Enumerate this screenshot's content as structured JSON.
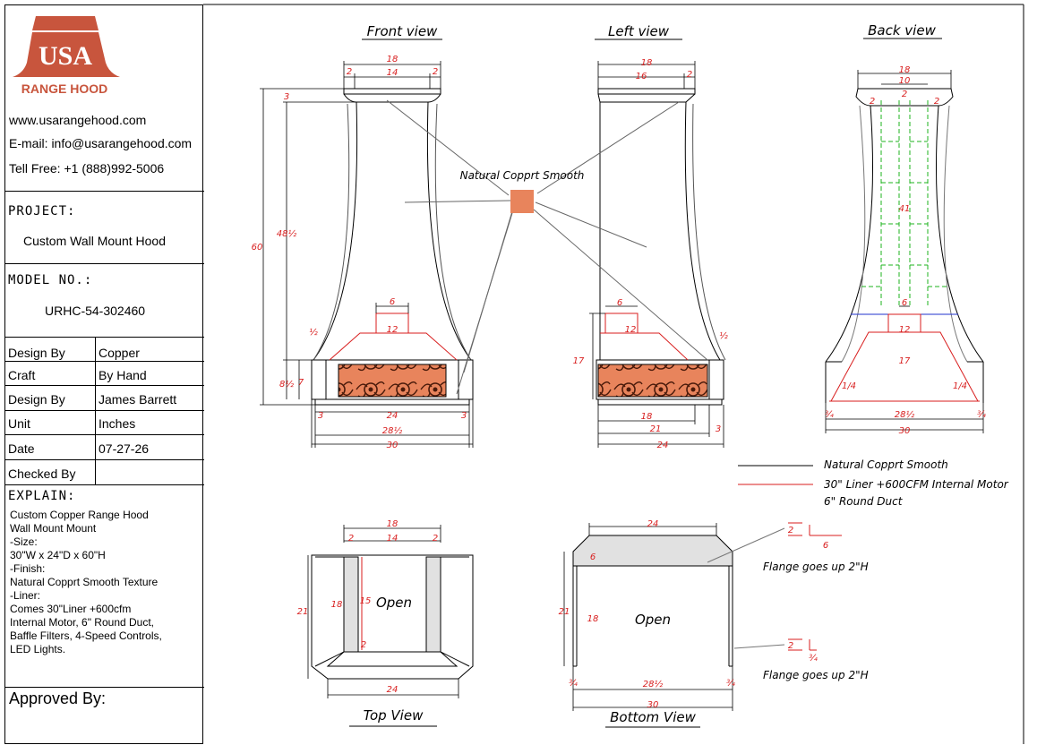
{
  "brand": {
    "logo_text": "USA",
    "logo_sub": "RANGE HOOD",
    "brand_color": "#c8553d"
  },
  "contact": {
    "website": "www.usarangehood.com",
    "email": "E-mail: info@usarangehood.com",
    "phone": "Tell Free: +1 (888)992-5006"
  },
  "project": {
    "label": "PROJECT:",
    "value": "Custom Wall Mount Hood"
  },
  "model": {
    "label": "MODEL NO.:",
    "value": "URHC-54-302460"
  },
  "specs": [
    {
      "key": "Design By",
      "value": "Copper"
    },
    {
      "key": "Craft",
      "value": "By Hand"
    },
    {
      "key": "Design By",
      "value": "James Barrett"
    },
    {
      "key": "Unit",
      "value": "Inches"
    },
    {
      "key": "Date",
      "value": "07-27-26"
    },
    {
      "key": "Checked By",
      "value": ""
    }
  ],
  "explain": {
    "label": "EXPLAIN:",
    "lines": [
      "Custom Copper Range Hood",
      "Wall Mount Mount",
      "-Size:",
      "30\"W x 24\"D x 60\"H",
      "-Finish:",
      "Natural Copprt Smooth Texture",
      "-Liner:",
      "Comes 30\"Liner +600cfm",
      "Internal Motor, 6\" Round Duct,",
      "Baffle Filters, 4-Speed Controls,",
      "LED Lights."
    ]
  },
  "approved": {
    "label": "Approved By:"
  },
  "views": {
    "front": "Front view",
    "left": "Left view",
    "back": "Back view",
    "top": "Top View",
    "bottom": "Bottom View"
  },
  "annotations": {
    "material": "Natural Copprt Smooth",
    "legend_black": "Natural Copprt Smooth",
    "legend_red_1": "30\" Liner +600CFM Internal Motor",
    "legend_red_2": "6\" Round Duct",
    "open_top": "Open",
    "open_bottom": "Open",
    "flange_1": "Flange goes up 2\"H",
    "flange_2": "Flange goes up 2\"H",
    "copper_color": "#e8845c",
    "dim_color": "#d81e1e"
  },
  "dims": {
    "front": {
      "top_total": "18",
      "top_left": "2",
      "top_mid": "14",
      "top_right": "2",
      "cap": "3",
      "body": "48½",
      "overall": "60",
      "band_small": "½",
      "band": "8½",
      "band_inner": "7",
      "duct": "6",
      "liner": "12",
      "base_left": "3",
      "base_mid": "24",
      "base_right": "3",
      "base_inner": "28½",
      "base_total": "30"
    },
    "left": {
      "top_total": "18",
      "top_mid": "16",
      "top_right": "2",
      "duct": "6",
      "liner": "12",
      "band_small": "½",
      "height": "17",
      "base_inner": "18",
      "base_mid": "21",
      "base_right": "3",
      "base_total": "24"
    },
    "back": {
      "top_total": "18",
      "top_mid": "10",
      "top_left": "2",
      "top_center": "2",
      "top_right": "2",
      "grid": "41",
      "duct": "6",
      "liner": "12",
      "height": "17",
      "side_left": "1/4",
      "side_right": "1/4",
      "base_left": "¾",
      "base_mid": "28½",
      "base_right": "¾",
      "base_total": "30"
    },
    "top": {
      "total": "18",
      "left": "2",
      "mid": "14",
      "right": "2",
      "depth": "21",
      "inner": "18",
      "inner2": "15",
      "back": "2",
      "front": "24"
    },
    "bottom": {
      "width": "24",
      "depth": "21",
      "inner": "18",
      "flange": "6",
      "left": "¾",
      "mid": "28½",
      "right": "¾",
      "total": "30",
      "fl1_a": "2",
      "fl1_b": "6",
      "fl2_a": "2",
      "fl2_b": "¾"
    }
  }
}
